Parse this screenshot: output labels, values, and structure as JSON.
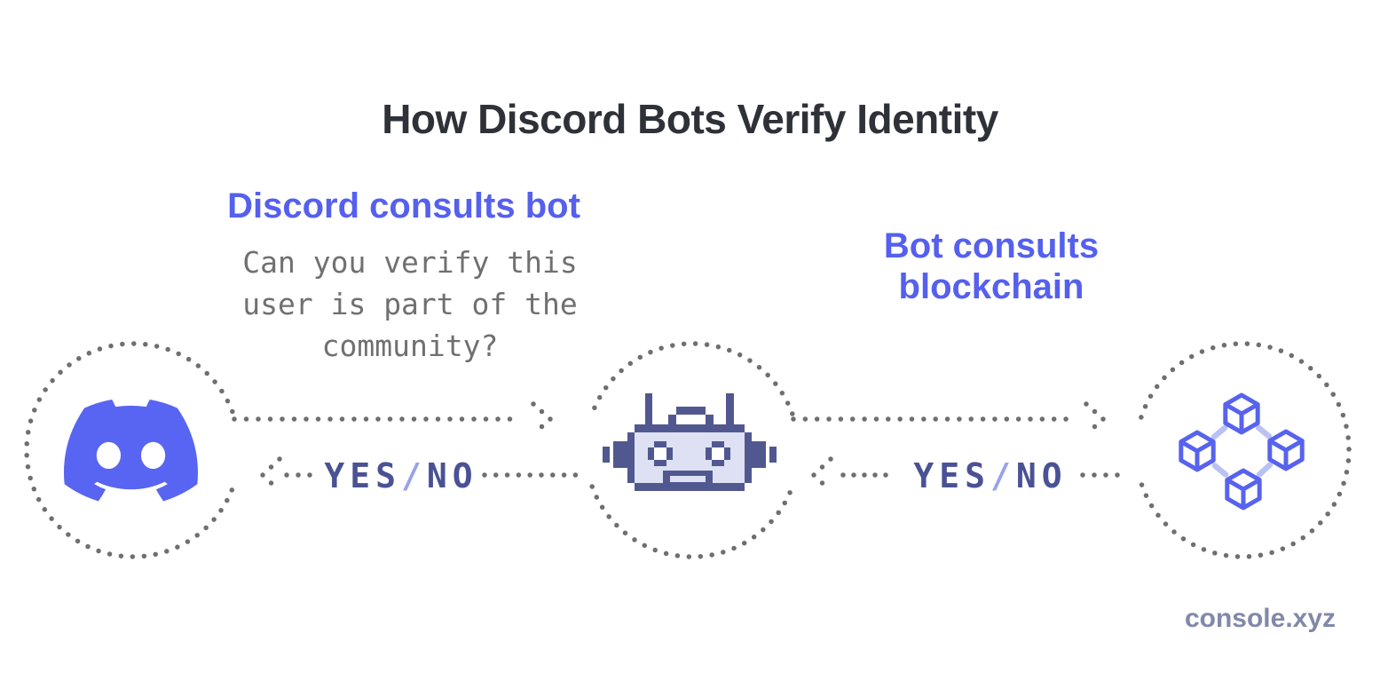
{
  "title": "How Discord Bots Verify Identity",
  "watermark": "console.xyz",
  "steps": [
    {
      "label": "Discord consults bot",
      "question": "Can you verify this\nuser is part of the\ncommunity?"
    },
    {
      "label": "Bot consults\nblockchain"
    }
  ],
  "nodes": [
    {
      "id": "discord",
      "icon": "discord-logo-icon"
    },
    {
      "id": "bot",
      "icon": "robot-icon"
    },
    {
      "id": "blockchain",
      "icon": "blockchain-icon"
    }
  ],
  "arrows": [
    {
      "from": "discord",
      "to": "bot",
      "direction": "right",
      "label": ""
    },
    {
      "from": "bot",
      "to": "discord",
      "direction": "left",
      "label": "YES/NO"
    },
    {
      "from": "bot",
      "to": "blockchain",
      "direction": "right",
      "label": ""
    },
    {
      "from": "blockchain",
      "to": "bot",
      "direction": "left",
      "label": "YES/NO"
    }
  ],
  "yes_no": {
    "yes": "YES",
    "slash": "/",
    "no": "NO"
  },
  "colors": {
    "heading_blue": "#5560ee",
    "discord_blurple": "#5865f2",
    "navy_pixel_text": "#4a5295",
    "slash_light_blue": "#98a2e8",
    "dot_gray": "#6f6f6f",
    "question_gray": "#707070",
    "title_dark": "#2e3238",
    "watermark_gray": "#8089a8",
    "robot_dark": "#515890",
    "robot_light": "#dde1f3",
    "cube_blue": "#5763ee",
    "cube_link_blue": "#bac2f4"
  }
}
